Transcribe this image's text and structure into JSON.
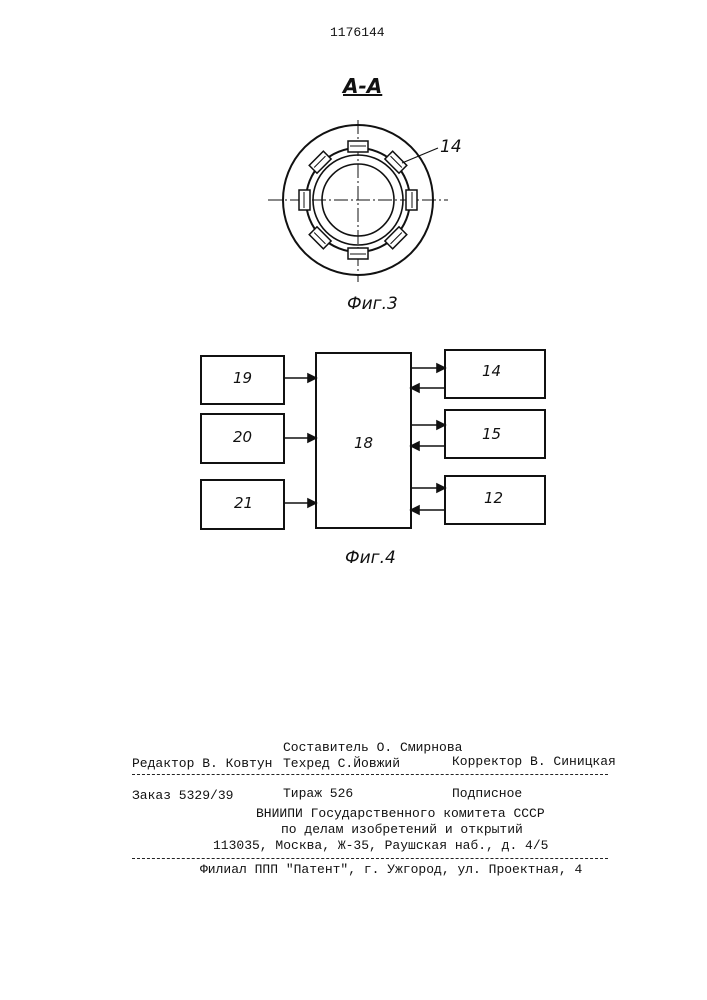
{
  "patent_number": "1176144",
  "fig3": {
    "section_label": "А-А",
    "part_label": "14",
    "caption": "Фиг.3"
  },
  "fig4": {
    "caption": "Фиг.4",
    "blocks": {
      "b19": "19",
      "b20": "20",
      "b21": "21",
      "b18": "18",
      "b14": "14",
      "b15": "15",
      "b12": "12"
    }
  },
  "imprint": {
    "compiler": "Составитель О. Смирнова",
    "editor": "Редактор В. Ковтун",
    "techred": "Техред С.Йовжий",
    "corrector": "Корректор В. Синицкая",
    "order": "Заказ 5329/39",
    "circulation": "Тираж 526",
    "subscription": "Подписное",
    "org_line1": "ВНИИПИ Государственного комитета СССР",
    "org_line2": "по делам изобретений и открытий",
    "org_address": "113035, Москва, Ж-35, Раушская наб., д. 4/5",
    "branch": "Филиал ППП \"Патент\", г. Ужгород, ул. Проектная, 4"
  }
}
